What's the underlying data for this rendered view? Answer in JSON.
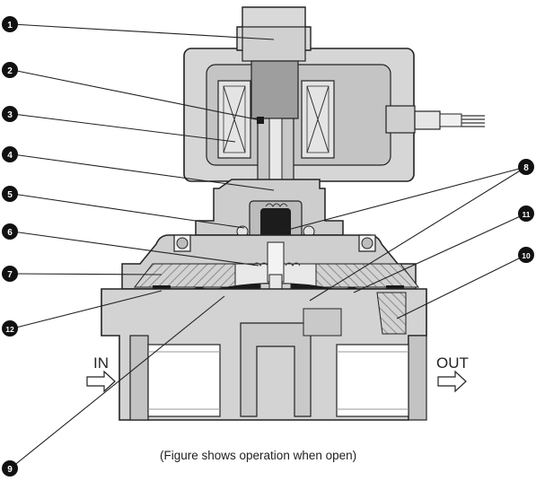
{
  "labels": {
    "inlet": "IN",
    "outlet": "OUT",
    "caption": "(Figure shows operation when open)"
  },
  "callouts": [
    "1",
    "2",
    "3",
    "4",
    "5",
    "6",
    "7",
    "8",
    "9",
    "10",
    "11",
    "12"
  ],
  "colors": {
    "body": "#cfcfcf",
    "body_dark": "#b9b9b9",
    "outline": "#222222",
    "hatch": "#9a9a9a",
    "seal": "#1a1a1a",
    "callout_fill": "#111111",
    "callout_text": "#ffffff"
  }
}
